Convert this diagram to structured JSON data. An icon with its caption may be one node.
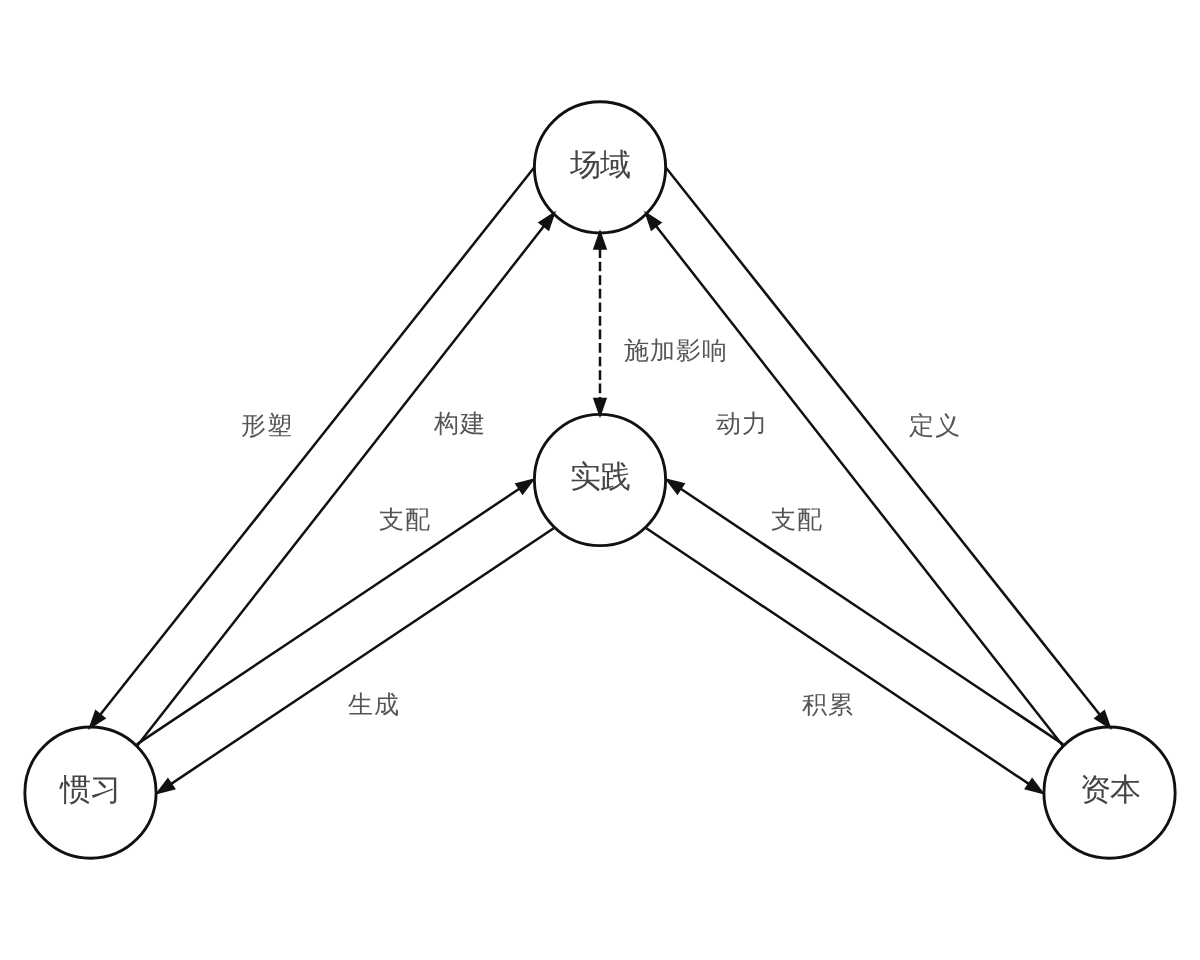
{
  "diagram": {
    "nodes": [
      {
        "text": [
          "场域"
        ]
      },
      {
        "text": [
          "实践"
        ]
      },
      {
        "text": [
          "惯习"
        ]
      },
      {
        "text": [
          "资本"
        ]
      }
    ],
    "edges": [
      {
        "from": 0,
        "to": 2,
        "arrow": "to",
        "label": "形塑"
      },
      {
        "from": 2,
        "to": 0,
        "arrow": "to",
        "label": "构建"
      },
      {
        "from": 0,
        "to": 3,
        "arrow": "to",
        "label": "定义"
      },
      {
        "from": 3,
        "to": 0,
        "arrow": "to",
        "label": "动力"
      },
      {
        "from": 0,
        "to": 1,
        "arrow": "both",
        "label": "施加影响",
        "style": "dashed"
      },
      {
        "from": 2,
        "to": 1,
        "arrow": "to",
        "label": "支配"
      },
      {
        "from": 1,
        "to": 2,
        "arrow": "to",
        "label": "生成"
      },
      {
        "from": 3,
        "to": 1,
        "arrow": "to",
        "label": "支配"
      },
      {
        "from": 1,
        "to": 3,
        "arrow": "to",
        "label": "积累"
      }
    ]
  }
}
